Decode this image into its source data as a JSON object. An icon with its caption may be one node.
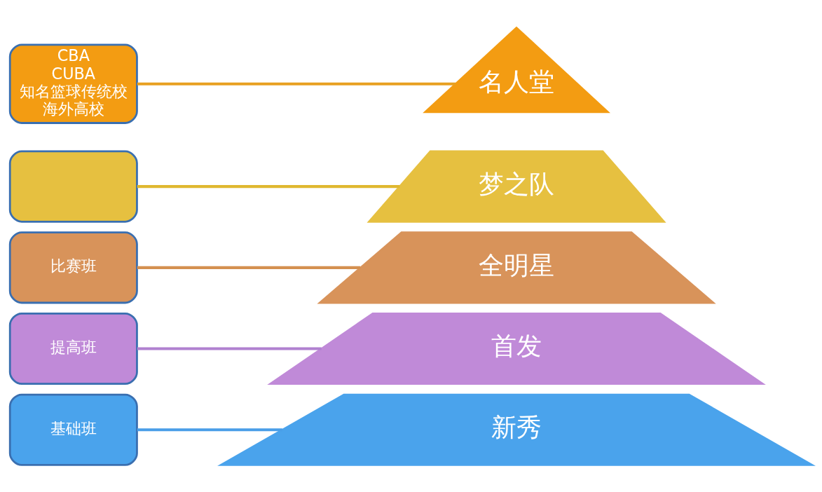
{
  "diagram": {
    "nodes": [
      {
        "text": [
          "CBA",
          "CUBA",
          "知名篮球传统校",
          "海外高校"
        ]
      },
      {
        "text": [
          "名人堂"
        ]
      },
      {
        "text": [],
        "shape": "box"
      },
      {
        "text": [
          "梦之队"
        ]
      },
      {
        "text": [
          "比赛班"
        ]
      },
      {
        "text": [
          "全明星"
        ]
      },
      {
        "text": [
          "提高班"
        ]
      },
      {
        "text": [
          "首发"
        ]
      },
      {
        "text": [
          "基础班"
        ]
      },
      {
        "text": [
          "新秀"
        ]
      }
    ],
    "edges": [
      {
        "from": 0,
        "to": 1,
        "arrow": "none",
        "color": "#e8a020"
      },
      {
        "from": 2,
        "to": 3,
        "arrow": "none",
        "color": "#e0b830"
      },
      {
        "from": 4,
        "to": 5,
        "arrow": "none",
        "color": "#d49050"
      },
      {
        "from": 6,
        "to": 7,
        "arrow": "none",
        "color": "#b080d0"
      },
      {
        "from": 8,
        "to": 9,
        "arrow": "none",
        "color": "#4a9ee8"
      }
    ]
  }
}
